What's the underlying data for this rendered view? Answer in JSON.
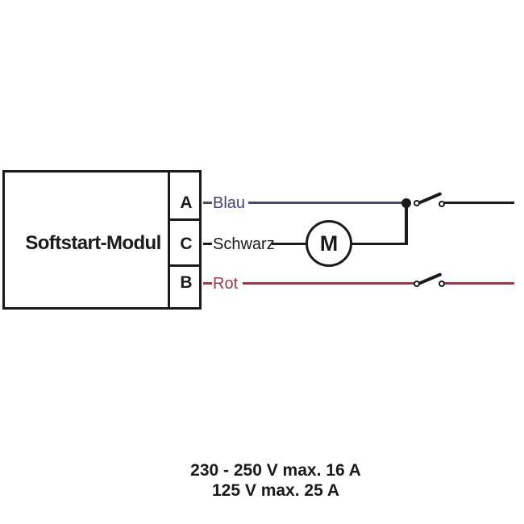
{
  "module": {
    "title": "Softstart-Modul"
  },
  "terminals": [
    {
      "id": "A",
      "wire_label": "Blau",
      "wire_color": "#464c78"
    },
    {
      "id": "C",
      "wire_label": "Schwarz",
      "wire_color": "#1a1a1a"
    },
    {
      "id": "B",
      "wire_label": "Rot",
      "wire_color": "#9d3a45"
    }
  ],
  "motor": {
    "label": "M"
  },
  "ratings": {
    "line1": "230 - 250 V max. 16 A",
    "line2": "125 V max. 25 A"
  },
  "colors": {
    "ink": "#1a1a1a",
    "background": "#ffffff",
    "wire-blue": "#464c78",
    "wire-red": "#9d3a45",
    "label-blue": "#3d4375",
    "label-red": "#9d3a45",
    "dash-blue": "#4c4f63"
  }
}
